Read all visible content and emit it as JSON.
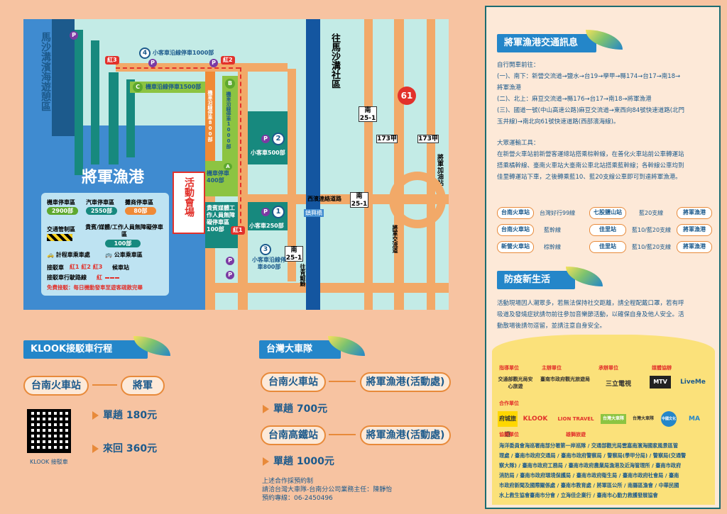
{
  "map": {
    "left_vertical": "馬沙溝濱海遊憩區",
    "harbor": "將軍漁港",
    "event_venue": "活動會場",
    "to_mashagou": "往馬沙溝社區",
    "route_61": "61",
    "road_labels": {
      "r1": "南\n25-1",
      "r2": "173甲",
      "r3": "173甲",
      "r4": "南\n25-1",
      "r5": "南\n25-1"
    },
    "jiangjun_ramp": "將軍加油站",
    "west_coast_rd": "西濱連絡道路",
    "jiangjun_blvd": "將軍交流道",
    "qingkun_line": "往青鯤鯓",
    "bridge": "鎮興橋",
    "parking": {
      "p4": "小客車沿線停車1000部",
      "pC": "機車沿線停車1500部",
      "pB": "機車沿線停車1000部",
      "pA": "機車停車400部",
      "p2": "小客車500部",
      "p1": "小客車250部",
      "p3": "小客車沿線停車800部",
      "motor_south": "機車沿線停車800部",
      "vip": "貴賓媒體工作人員無障礙停車區100部"
    },
    "red_tags": {
      "r3": "紅3",
      "r2": "紅2",
      "r1": "紅1"
    },
    "badge_labels": {
      "p": "P",
      "n4": "4",
      "n2": "2",
      "n1": "1",
      "n3": "3",
      "c": "C",
      "b": "B",
      "a": "A"
    },
    "legend": {
      "motor": "機車停車區",
      "motor_n": "2900部",
      "car": "汽車停車區",
      "car_n": "2550部",
      "shop": "攤商停車區",
      "shop_n": "80部",
      "control": "交通管制區",
      "vip": "貴賓/媒體/工作人員無障礙停車區",
      "vip_n": "100部",
      "taxi": "計程車乘車處",
      "bus": "公車乘車區",
      "shuttle": "接駁車",
      "shuttle_tags": "紅1 紅2 紅3",
      "shuttle_stop": "候車站",
      "route": "接駁車行駛路線",
      "route_code": "紅",
      "free": "免費接駁：每日機動發車至遊客疏散完畢"
    }
  },
  "klook": {
    "title": "KLOOK接駁車行程",
    "from": "台南火車站",
    "to": "將軍",
    "single": "單趟 180元",
    "round": "來回 360元",
    "qr_label": "KLOOK 接駁車"
  },
  "taiwan_bus": {
    "title": "台灣大車隊",
    "route1_from": "台南火車站",
    "route1_to": "將軍漁港(活動處)",
    "route1_price": "單趟 700元",
    "route2_from": "台南高鐵站",
    "route2_to": "將軍漁港(活動處)",
    "route2_price": "單趟 1000元",
    "note1": "上述合作採預約制",
    "note2": "請洽台灣大車隊-台南分公司業務主任：陳靜怡",
    "note3": "預約專線：06-2450496"
  },
  "panel": {
    "traffic_title": "將軍漁港交通訊息",
    "drive": "自行開車前往：",
    "line1": "(一)、南下：新營交流道→鹽水→台19→學甲→縣174→台17→南18→",
    "line1b": "將軍漁港",
    "line2": "(二)、北上：麻豆交流道→縣176→台17→南18→將軍漁港",
    "line3": "(三)、國道一號(中山高速公路)麻豆交流道→東西向84號快速道路(北門",
    "line3b": "玉井線)→南北向61號快速道路(西部濱海線)。",
    "mass": "大眾運輸工具：",
    "mass1": "在新營火車站前新營客運總站搭乘棕幹線，在善化火車站前公車轉運站",
    "mass2": "搭乘橘幹線、臺南火車站大臺南公車北站搭乘藍幹線；各幹線公車均到",
    "mass3": "佳里轉運站下車，之後轉乘藍10、藍20支線公車即可到達將軍漁港。",
    "routes": [
      {
        "a": "台南火車站",
        "l1": "台灣好行99線",
        "b": "七股鹽山站",
        "l2": "藍20支線",
        "c": "將軍漁港"
      },
      {
        "a": "台南火車站",
        "l1": "藍幹線",
        "b": "佳里站",
        "l2": "藍10/藍20支線",
        "c": "將軍漁港"
      },
      {
        "a": "新營火車站",
        "l1": "棕幹線",
        "b": "佳里站",
        "l2": "藍10/藍20支線",
        "c": "將軍漁港"
      }
    ],
    "epidemic_title": "防疫新生活",
    "epi1": "活動現場因人潮眾多，若無法保持社交距離，請全程配戴口罩，若有呼",
    "epi2": "吸道及發燒症狀請勿前往參加音樂節活動，以確保自身及他人安全。活",
    "epi3": "動散場後請勿逗留，並請注意自身安全。",
    "guide_label": "指導單位",
    "host_label": "主辦單位",
    "org_label": "承辦單位",
    "media_label": "媒體協辦",
    "coop_label": "合作單位",
    "assist_label": "協辦單位",
    "guide_logo": "交通部觀光局安心旅遊",
    "host_logo": "臺南市政府觀光旅遊局",
    "org_logo": "三立電視",
    "media_logo1": "MTV",
    "media_logo2": "LiveMe",
    "coop_logos": [
      "府城旅遊",
      "KLOOK",
      "LION TRAVEL 雄獅旅遊",
      "台灣大車隊",
      "台灣大車隊",
      "中國文化",
      "MA"
    ],
    "assist1": "海洋委員會海巡署南部分署第一岸巡隊 / 交通部觀光局雲嘉南濱海國家風景區管",
    "assist2": "理處 / 臺南市政府交通局 / 臺南市政府警察局 / 警察局(學甲分局) / 警察局(交通警",
    "assist3": "察大隊) / 臺南市政府工務局 / 臺南市政府農業局漁港及近海管理所 / 臺南市政府",
    "assist4": "消防局 / 臺南市政府環境保護局 / 臺南市政府衛生局 / 臺南市政府社會局 / 臺南",
    "assist5": "市政府新聞及國際關係處 / 臺南市教育處 / 將軍區公所 / 南縣區漁會 / 中華民國",
    "assist6": "水上救生協會臺南市分會 / 立海佳企業行 / 臺南市心動力救護發展協會"
  },
  "colors": {
    "background": "#f7c3a1",
    "primary_blue": "#2486c9",
    "orange": "#e88a3a",
    "teal": "#17897e",
    "red": "#e2312b"
  }
}
